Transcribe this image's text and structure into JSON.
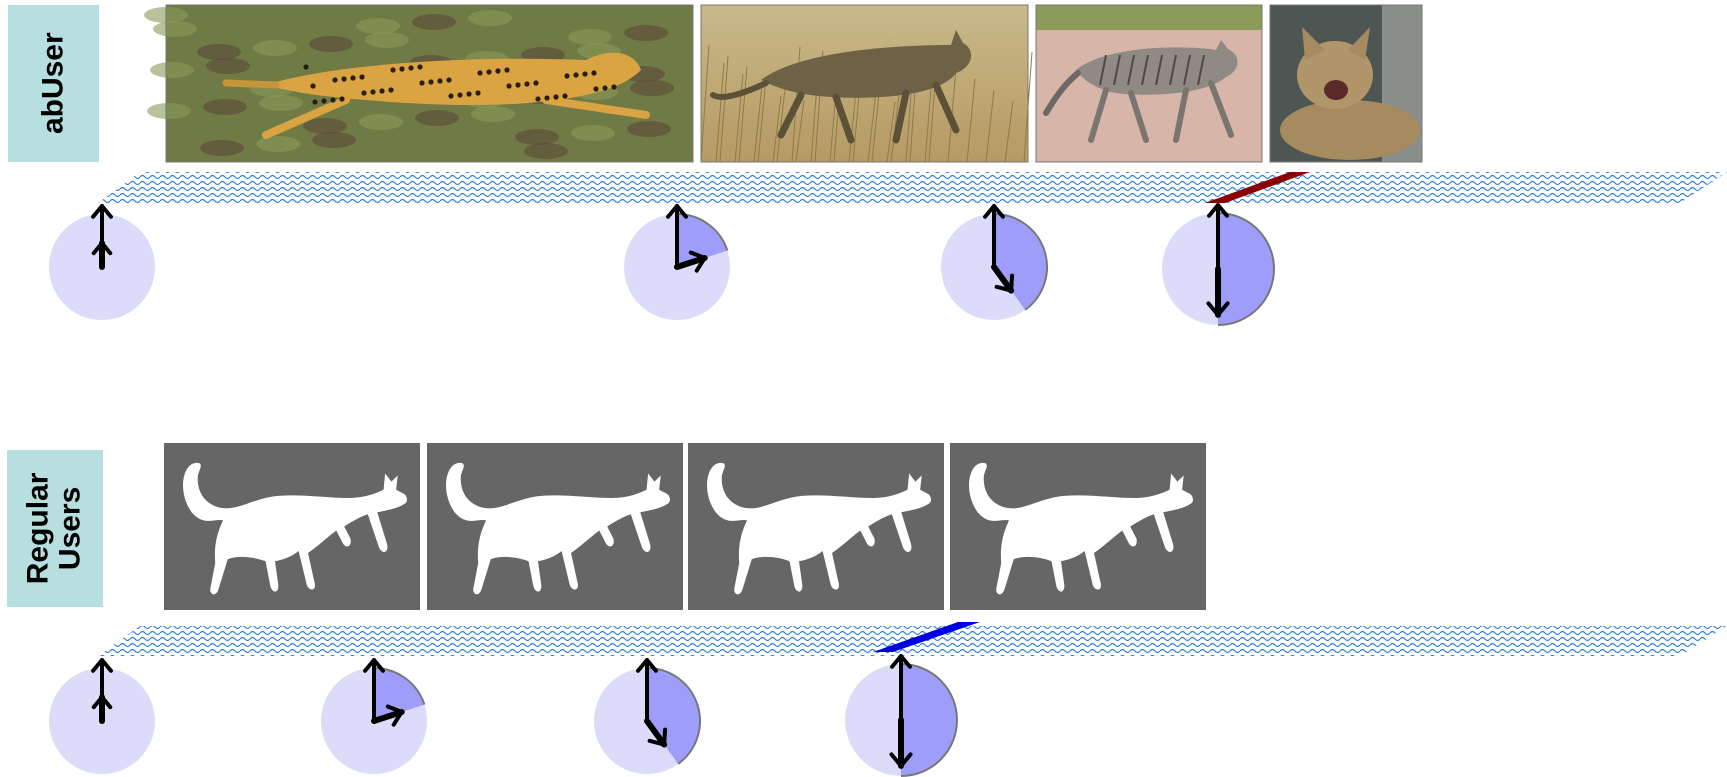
{
  "rows": [
    {
      "label": "abUser",
      "images": [
        {
          "subject": "cheetah running"
        },
        {
          "subject": "wild cat walking in dry grass"
        },
        {
          "subject": "striped wild cat walking"
        },
        {
          "subject": "yawning tabby cat"
        }
      ],
      "clocks": [
        {
          "fraction": 0.0
        },
        {
          "fraction": 0.2
        },
        {
          "fraction": 0.4
        },
        {
          "fraction": 0.5
        }
      ],
      "marker_color": "#8b0000"
    },
    {
      "label": "Regular\nUsers",
      "images": [
        {
          "subject": "cat silhouette"
        },
        {
          "subject": "cat silhouette"
        },
        {
          "subject": "cat silhouette"
        },
        {
          "subject": "cat silhouette"
        }
      ],
      "clocks": [
        {
          "fraction": 0.0
        },
        {
          "fraction": 0.2
        },
        {
          "fraction": 0.4
        },
        {
          "fraction": 0.5
        }
      ],
      "marker_color": "#0000e0"
    }
  ],
  "colors": {
    "clock_fill": "#dcdcfa",
    "clock_sector": "#9e9efa",
    "timeline": "#2f7fe0",
    "label_bg": "#b7dfe0",
    "silhouette_bg": "#666666"
  }
}
